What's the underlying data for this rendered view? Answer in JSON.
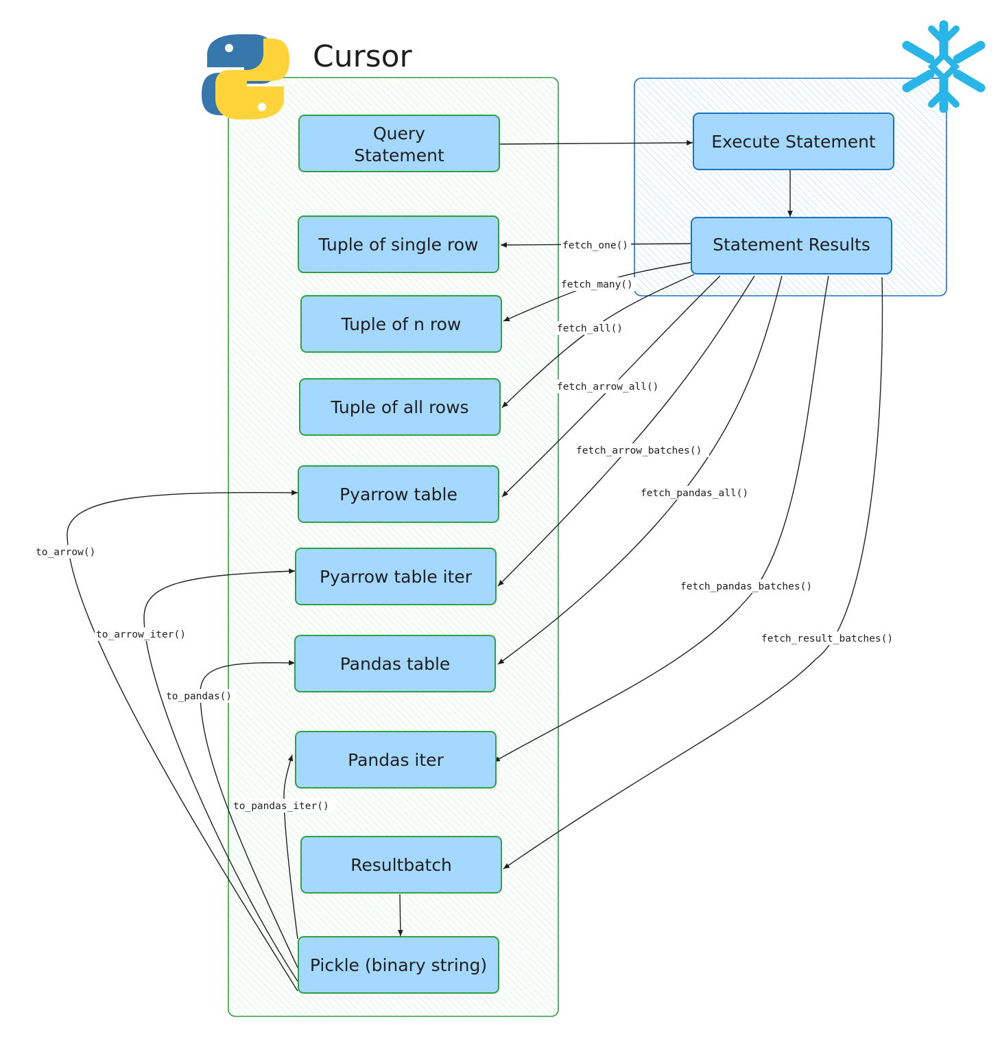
{
  "cursor_group": {
    "title": "Cursor",
    "nodes": {
      "query_statement": [
        "Query",
        "Statement"
      ],
      "tuple_single": "Tuple of single row",
      "tuple_n": "Tuple of n row",
      "tuple_all": "Tuple of all rows",
      "pyarrow_table": "Pyarrow table",
      "pyarrow_iter": "Pyarrow table iter",
      "pandas_table": "Pandas table",
      "pandas_iter": "Pandas iter",
      "resultbatch": "Resultbatch",
      "pickle": "Pickle (binary string)"
    }
  },
  "snowflake_group": {
    "nodes": {
      "execute": "Execute Statement",
      "results": "Statement Results"
    }
  },
  "edges": {
    "fetch_one": "fetch_one()",
    "fetch_many": "fetch_many()",
    "fetch_all": "fetch_all()",
    "fetch_arrow_all": "fetch_arrow_all()",
    "fetch_arrow_batches": "fetch_arrow_batches()",
    "fetch_pandas_all": "fetch_pandas_all()",
    "fetch_pandas_batches": "fetch_pandas_batches()",
    "fetch_result_batches": "fetch_result_batches()",
    "to_arrow": "to_arrow()",
    "to_arrow_iter": "to_arrow_iter()",
    "to_pandas": "to_pandas()",
    "to_pandas_iter": "to_pandas_iter()"
  },
  "logos": {
    "python": "python-logo",
    "snowflake": "snowflake-logo"
  },
  "colors": {
    "node_fill": "#a5d8ff",
    "cursor_border": "#2f9e44",
    "snowflake_border": "#1971c2",
    "snowflake_logo": "#29b5e8",
    "python_blue": "#3776ab",
    "python_yellow": "#ffd43b"
  }
}
